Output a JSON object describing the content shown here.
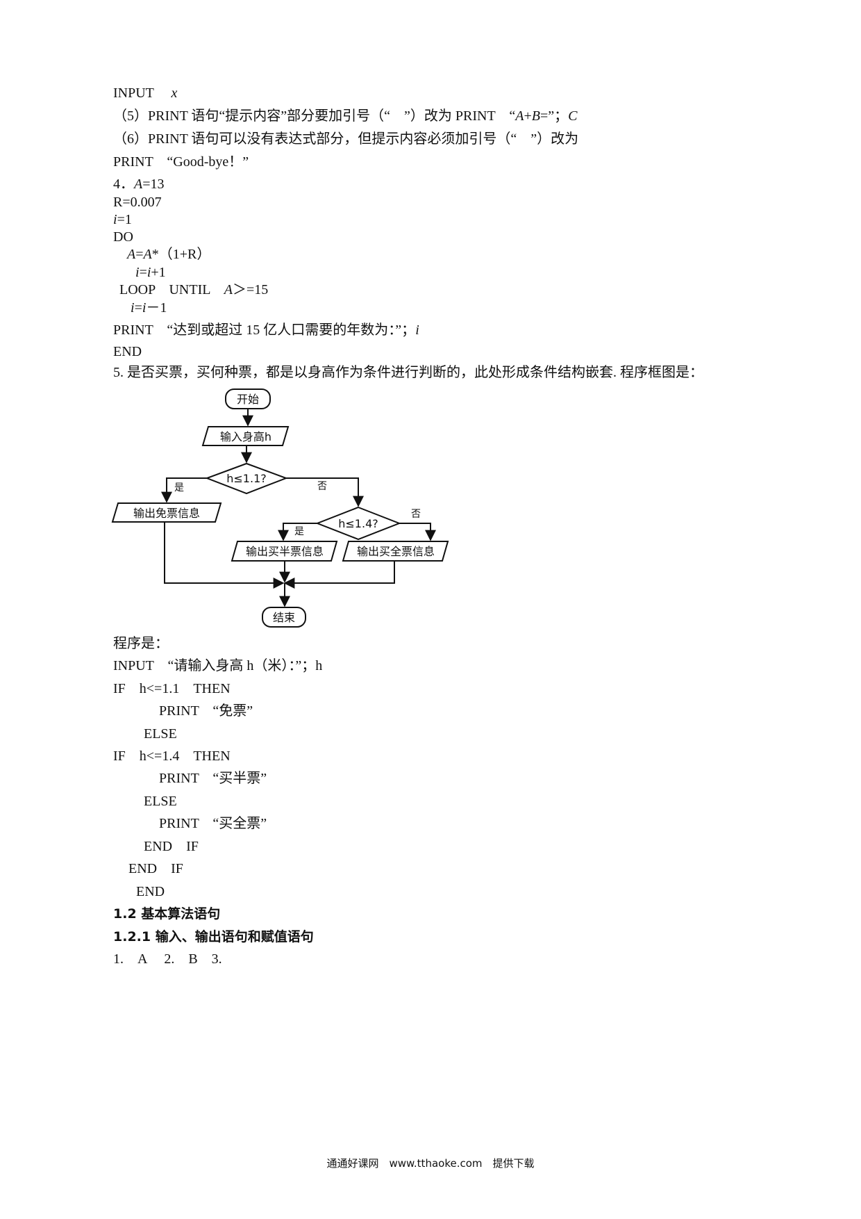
{
  "lines": {
    "l1_cmd": "INPUT",
    "l1_var": "x",
    "l2_a": "（5）PRINT 语句“提示内容”部分要加引号（“　”）改为 PRINT　“",
    "l2_it1": "A",
    "l2_b": "+",
    "l2_it2": "B",
    "l2_c": "=”；",
    "l2_it3": "C",
    "l3": "（6）PRINT 语句可以没有表达式部分，但提示内容必须加引号（“　”）改为",
    "l4": "PRINT　“Good-bye！”",
    "l5_a": "4．",
    "l5_it": "A",
    "l5_b": "=13",
    "l6": "R=0.007",
    "l7_it": "i",
    "l7_b": "=1",
    "l8": "DO",
    "l9_it1": "A",
    "l9_b": "=",
    "l9_it2": "A",
    "l9_c": "*（1+R）",
    "l10_it1": "i",
    "l10_b": "=",
    "l10_it2": "i",
    "l10_c": "+1",
    "l11_a": "LOOP　UNTIL　",
    "l11_it": "A",
    "l11_b": "＞=15",
    "l12_it1": "i",
    "l12_b": "=",
    "l12_it2": "i",
    "l12_c": "－1",
    "l13_a": "PRINT　“达到或超过 15 亿人口需要的年数为：”；",
    "l13_it": "i",
    "l14": "END",
    "l15": "5. 是否买票，买何种票，都是以身高作为条件进行判断的，此处形成条件结构嵌套. 程序框图是："
  },
  "flowchart": {
    "start": "开始",
    "input": "输入身高h",
    "cond1": "h≤1.1?",
    "yes1": "是",
    "no1": "否",
    "free": "输出免票信息",
    "cond2": "h≤1.4?",
    "yes2": "是",
    "no2": "否",
    "half": "输出买半票信息",
    "full": "输出买全票信息",
    "end": "结束"
  },
  "program": {
    "title": "程序是：",
    "p1": "INPUT　“请输入身高 h（米）：”；h",
    "p2": "IF　h<=1.1　THEN",
    "p3": "PRINT　“免票”",
    "p4": "ELSE",
    "p5": "IF　h<=1.4　THEN",
    "p6": "PRINT　“买半票”",
    "p7": "ELSE",
    "p8": "PRINT　“买全票”",
    "p9": "END　IF",
    "p10": "END　IF",
    "p11": "END"
  },
  "section": {
    "h1": "1.2 基本算法语句",
    "h2": "1.2.1 输入、输出语句和赋值语句",
    "answers": "1.　A　 2.　B　3."
  },
  "footer": "通通好课网　www.tthaoke.com　提供下载"
}
